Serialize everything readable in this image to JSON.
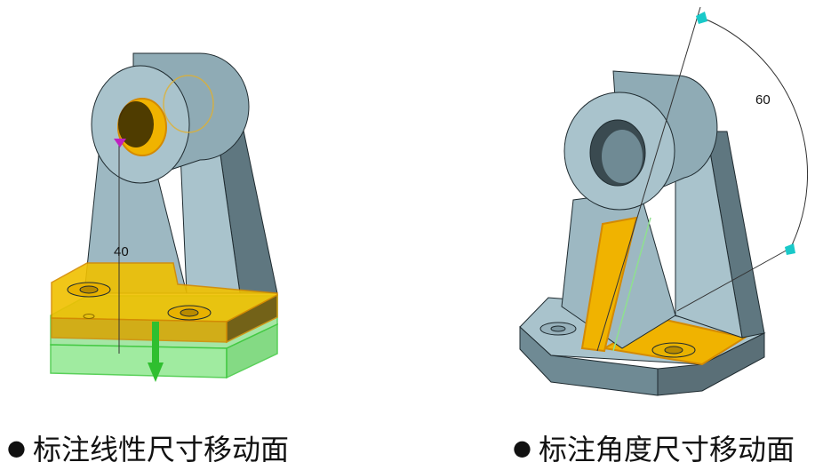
{
  "left_figure": {
    "dimension_value": "40",
    "caption": "标注线性尺寸移动面",
    "bullet": "●"
  },
  "right_figure": {
    "dimension_value": "60",
    "caption": "标注角度尺寸移动面",
    "bullet": "●"
  },
  "colors": {
    "part_face": "#a9c3cc",
    "part_dark": "#6f8a94",
    "part_shadow": "#5a6f77",
    "edge": "#1f2b30",
    "selected_face": "#f0b300",
    "moved_face": "#8fe08f",
    "handle_arrow": "#2fbf2f",
    "angle_handle": "#19c9c9",
    "marker": "#c020c0"
  }
}
